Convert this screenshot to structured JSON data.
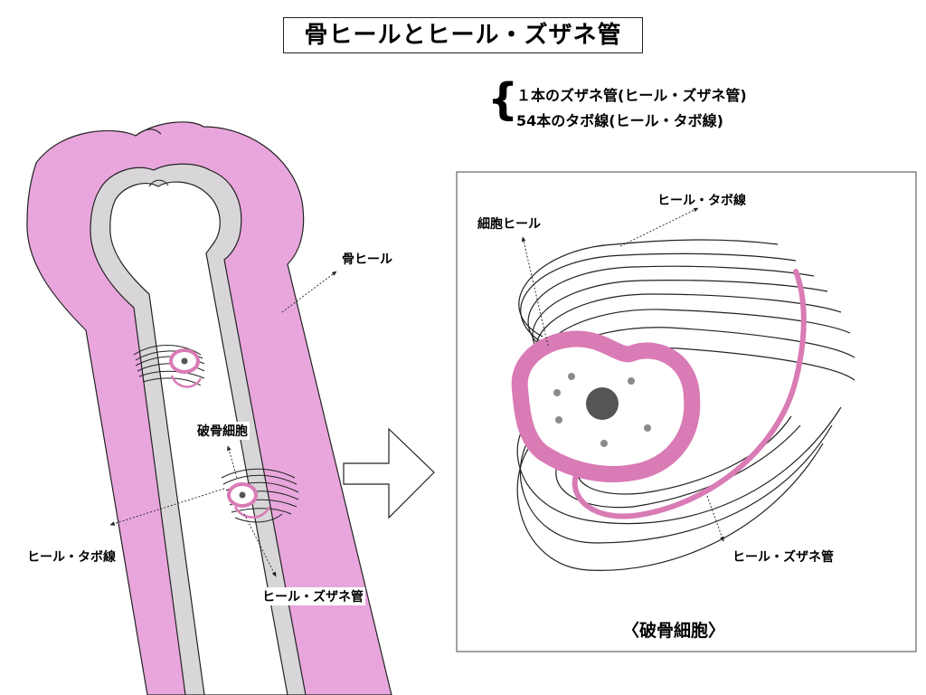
{
  "title": "骨ヒールとヒール・ズザネ管",
  "summary": {
    "line1": "１本のズザネ管(ヒール・ズザネ管)",
    "line2": "54本のタボ線(ヒール・タボ線)"
  },
  "labels": {
    "bone_heel": "骨ヒール",
    "osteoclast": "破骨細胞",
    "heel_tabo_left": "ヒール・タボ線",
    "heel_zuzane_left": "ヒール・ズザネ管",
    "cell_heel": "細胞ヒール",
    "heel_tabo_right": "ヒール・タボ線",
    "heel_zuzane_right": "ヒール・ズザネ管"
  },
  "panel_caption": "〈破骨細胞〉",
  "colors": {
    "bone_pink": "#e8a6dc",
    "bone_gray": "#d9d6d9",
    "cell_pink": "#d97bb5",
    "nucleus": "#555555",
    "dots": "#8a8a8a"
  }
}
